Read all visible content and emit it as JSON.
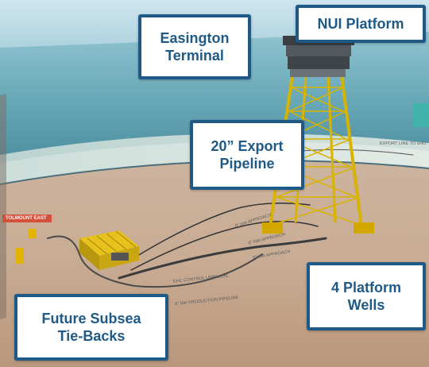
{
  "labels": {
    "easington": "Easington\nTerminal",
    "nui": "NUI Platform",
    "export": "20” Export\nPipeline",
    "wells": "4 Platform\nWells",
    "future": "Future Subsea\nTie-Backs"
  },
  "scene_labels": {
    "tolmount_east": "TOLMOUNT EAST",
    "export_line": "EXPORT LINE TO SHO",
    "ehc_umbilical": "EHC CONTROL UMBILICAL",
    "production_pipeline": "8\" NW PRODUCTION PIPELINE",
    "approach_1": "6\" NW APPROACH",
    "approach_2": "6\" NW APPROACH",
    "approach_3": "6\" NW APPROACH"
  }
}
